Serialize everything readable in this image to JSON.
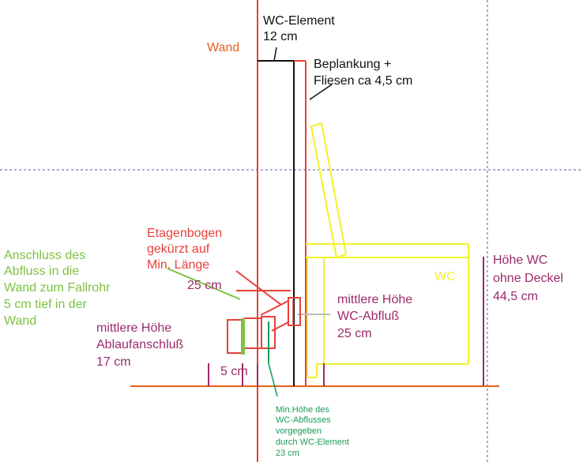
{
  "labels": {
    "wand": "Wand",
    "wc_element_1": "WC-Element",
    "wc_element_2": "12 cm",
    "beplankung_1": "Beplankung +",
    "beplankung_2": "Fliesen ca 4,5 cm",
    "etagenbogen_1": "Etagenbogen",
    "etagenbogen_2": "gekürzt auf",
    "etagenbogen_3": "Min. Länge",
    "etagenbogen_len": "25 cm",
    "anschluss_1": "Anschluss des",
    "anschluss_2": "Abfluss in die",
    "anschluss_3": "Wand zum Fallrohr",
    "anschluss_4": "5 cm tief in der",
    "anschluss_5": "Wand",
    "mittlere_ablauf_1": "mittlere Höhe",
    "mittlere_ablauf_2": "Ablaufanschluß",
    "mittlere_ablauf_3": "17 cm",
    "five_cm": "5 cm",
    "wc": "WC",
    "mittlere_abfluss_1": "mittlere Höhe",
    "mittlere_abfluss_2": "WC-Abfluß",
    "mittlere_abfluss_3": "25 cm",
    "hoehe_wc_1": "Höhe WC",
    "hoehe_wc_2": "ohne Deckel",
    "hoehe_wc_3": "44,5 cm",
    "min_hoehe_1": "Min.Höhe des",
    "min_hoehe_2": "WC-Abflusses",
    "min_hoehe_3": "vorgegeben",
    "min_hoehe_4": "durch WC-Element",
    "min_hoehe_5": "23 cm"
  },
  "colors": {
    "red": "#e8413a",
    "orange": "#e8601c",
    "black": "#111111",
    "yellow": "#f2f22a",
    "green_light": "#7dc242",
    "green_dark": "#1a9a5a",
    "purple": "#9c2a6a",
    "magenta": "#c8327a",
    "gray": "#bbbbbb",
    "guide": "#4a5aa8"
  }
}
